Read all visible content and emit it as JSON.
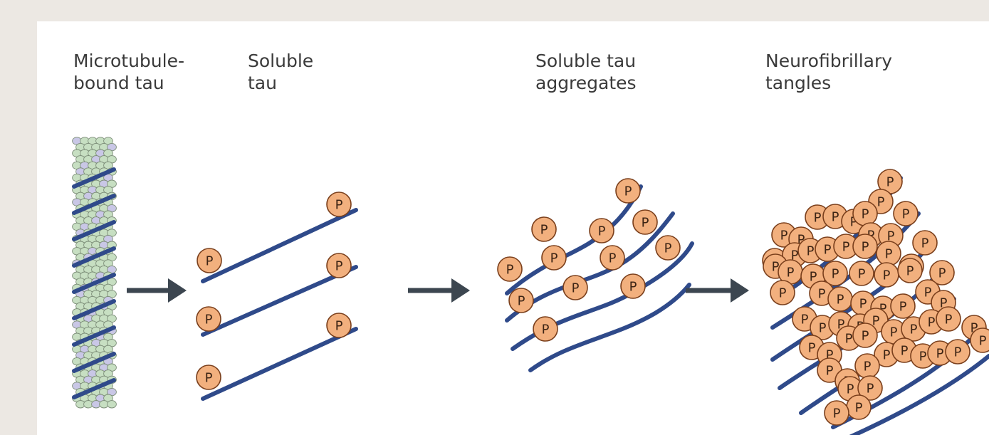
{
  "stages": [
    {
      "id": "microtubule-bound",
      "label": "Microtubule-\nbound tau"
    },
    {
      "id": "soluble",
      "label": "Soluble\ntau"
    },
    {
      "id": "soluble-aggregates",
      "label": "Soluble tau\naggregates"
    },
    {
      "id": "tangles",
      "label": "Neurofibrillary\ntangles"
    }
  ],
  "phospho_label": "P",
  "colors": {
    "strand": "#2f4a8a",
    "phospho_fill": "#f2b07e",
    "phospho_stroke": "#7a3f1c",
    "arrow": "#3c4650",
    "tubulin_green": "#c7dfc2",
    "tubulin_lilac": "#c9c7e6"
  }
}
